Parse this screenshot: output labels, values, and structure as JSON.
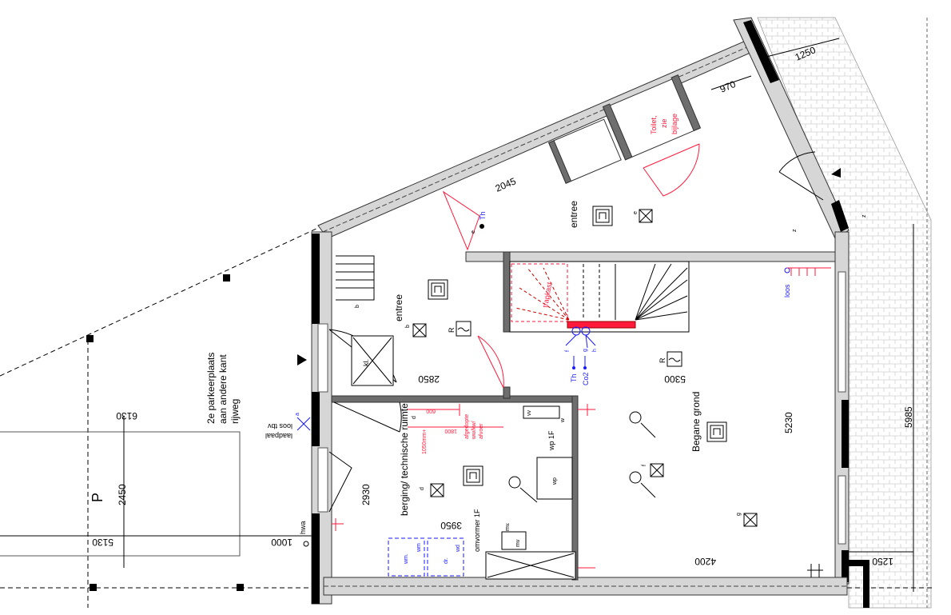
{
  "plan": {
    "floor_title": "Begane grond",
    "rooms": {
      "entree_top": "entree",
      "entree_left": "entree",
      "toilet": [
        "Toilet,",
        "zie",
        "bijlage"
      ],
      "trapkast": "trapkast",
      "berging": "berging/ technische ruimte",
      "parking": [
        "2e parkeerplaats",
        "aan andere kant",
        "rijweg"
      ],
      "parking_symbol": "P"
    },
    "dimensions": {
      "d1250_top": "1250",
      "d970": "970",
      "d2045": "2045",
      "d2850": "2850",
      "d5300": "5300",
      "d6130": "6130",
      "d2450": "2450",
      "d5130": "5130",
      "d1000": "1000",
      "d2930": "2930",
      "d3950": "3950",
      "d5230": "5230",
      "d5985": "5985",
      "d4200": "4200",
      "d1250_bottom": "1250"
    },
    "labels": {
      "loos_laadpaal": [
        "loos tbv",
        "laadpaal"
      ],
      "loos": "loos",
      "hwa": "hwa",
      "kl": "kl.",
      "r1": "R",
      "r2": "R",
      "th1": "Th",
      "th2": "Th",
      "co2": "Co2",
      "a": "a",
      "b1": "b",
      "b2": "b",
      "d1": "d",
      "d2": "d",
      "e1": "e",
      "e2": "e",
      "f1": "f",
      "f2": "f",
      "g1": "g",
      "g2": "g",
      "h": "h",
      "z1": "z",
      "z2": "z",
      "vv": "vv",
      "w": "w",
      "wp1f": "wp 1F",
      "wp": "wp",
      "omvormer": "omvormer 1F",
      "mv1": "mv.",
      "mv2": "mv",
      "wm1": "wm.",
      "wm2": "wm",
      "dr": "dr.",
      "wd": "wd",
      "h1050": "1050mm+",
      "d600": "600",
      "d1800": "1800",
      "afgedopte": [
        "afgedopte",
        "ww/kw/",
        "afvoer"
      ]
    },
    "colors": {
      "installation_red": "#ff1a3c",
      "electrical_blue": "#1a1aff",
      "wall_gray": "#d6d6d6",
      "wall_dark": "#6e6e6e"
    }
  }
}
